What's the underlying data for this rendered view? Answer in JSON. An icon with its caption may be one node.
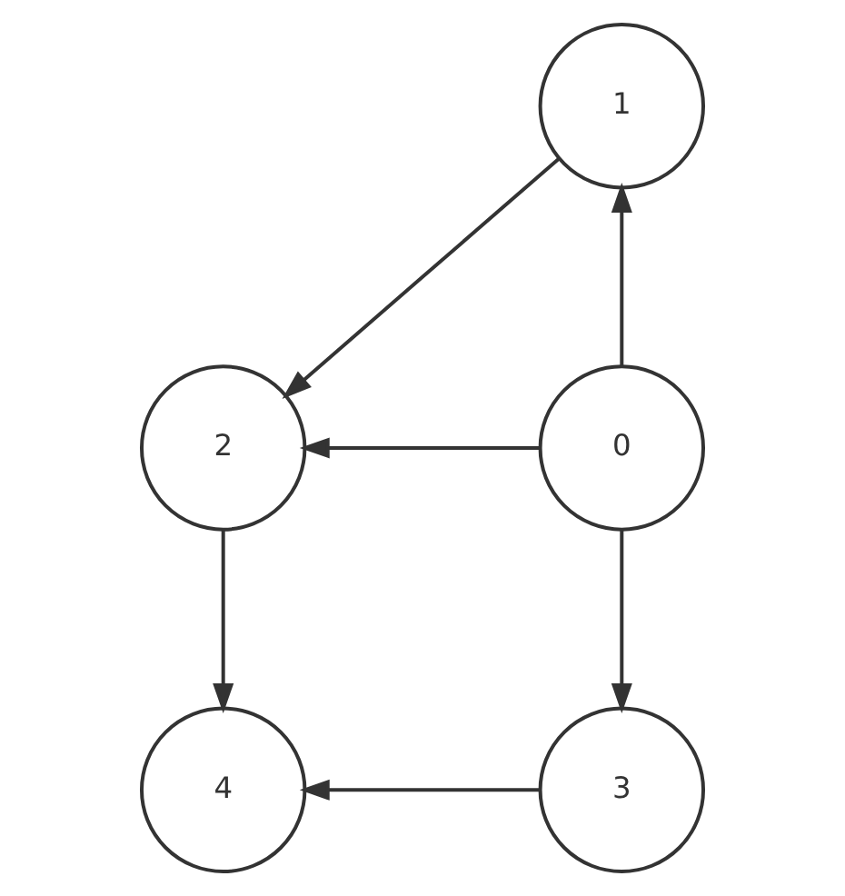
{
  "diagram": {
    "nodes": [
      {
        "text": [
          "1"
        ]
      },
      {
        "text": [
          "2"
        ]
      },
      {
        "text": [
          "0"
        ]
      },
      {
        "text": [
          "4"
        ]
      },
      {
        "text": [
          "3"
        ]
      }
    ],
    "edges": [
      {
        "from": 0,
        "to": 1,
        "arrow": "to"
      },
      {
        "from": 2,
        "to": 0,
        "arrow": "to"
      },
      {
        "from": 2,
        "to": 1,
        "arrow": "to"
      },
      {
        "from": 2,
        "to": 4,
        "arrow": "to"
      },
      {
        "from": 1,
        "to": 3,
        "arrow": "to"
      },
      {
        "from": 4,
        "to": 3,
        "arrow": "to"
      }
    ]
  }
}
